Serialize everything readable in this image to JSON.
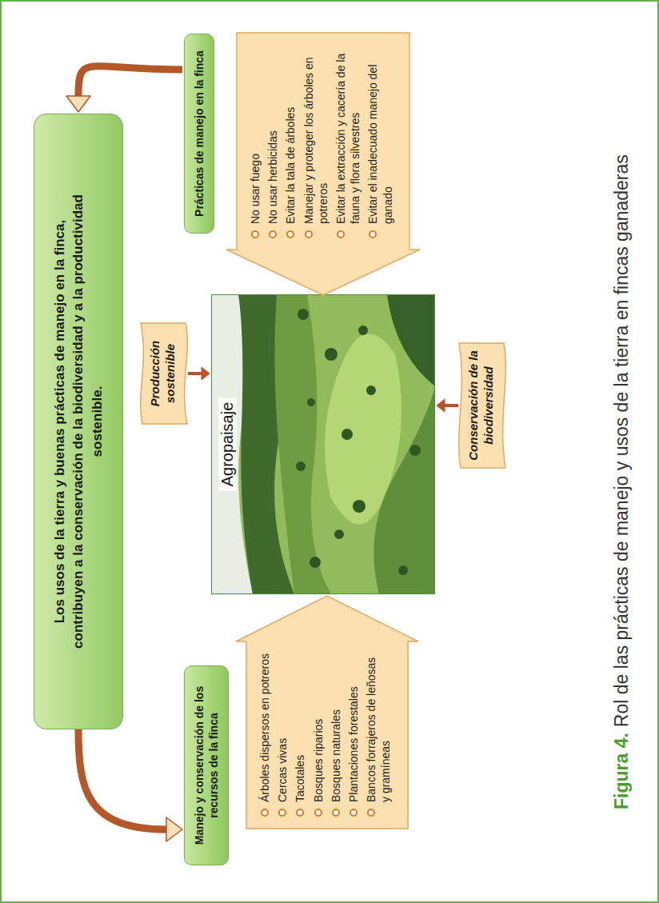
{
  "diagram": {
    "caption": "Rol de las prácticas de manejo y usos de la tierra en fincas ganaderas",
    "nodes": [
      {
        "text": [
          "Los usos de la tierra y buenas prácticas de manejo en la finca, contribuyen a la conservación de la biodiversidad y a la productividad sostenible."
        ]
      },
      {
        "text": [
          "Manejo y conservación de los recursos de la finca"
        ]
      },
      {
        "text": [
          "Árboles dispersos en potreros",
          "Cercas vivas",
          "Tacotales",
          "Bosques riparios",
          "Bosques naturales",
          "Plantaciones forestales",
          "Bancos forrajeros de leñosas y gramíneas"
        ]
      },
      {
        "text": [
          "Producción sostenible"
        ]
      },
      {
        "text": [
          "Agropaisaje"
        ]
      },
      {
        "text": [
          "Conservación de la biodiversidad"
        ]
      },
      {
        "text": [
          "Prácticas de manejo en la finca"
        ]
      },
      {
        "text": [
          "No usar fuego",
          "No usar herbicidas",
          "Evitar la tala de árboles",
          "Manejar y proteger los árboles en potreros",
          "Evitar la extracción y cacería de la fauna y flora silvestres",
          "Evitar el inadecuado manejo del ganado"
        ]
      }
    ],
    "edges": [
      {
        "from": 0,
        "to": 1,
        "arrow": "to"
      },
      {
        "from": 6,
        "to": 0,
        "arrow": "to"
      },
      {
        "from": 3,
        "to": 4,
        "arrow": "to"
      },
      {
        "from": 5,
        "to": 4,
        "arrow": "to"
      }
    ],
    "labels": [
      "Figura 4."
    ]
  }
}
